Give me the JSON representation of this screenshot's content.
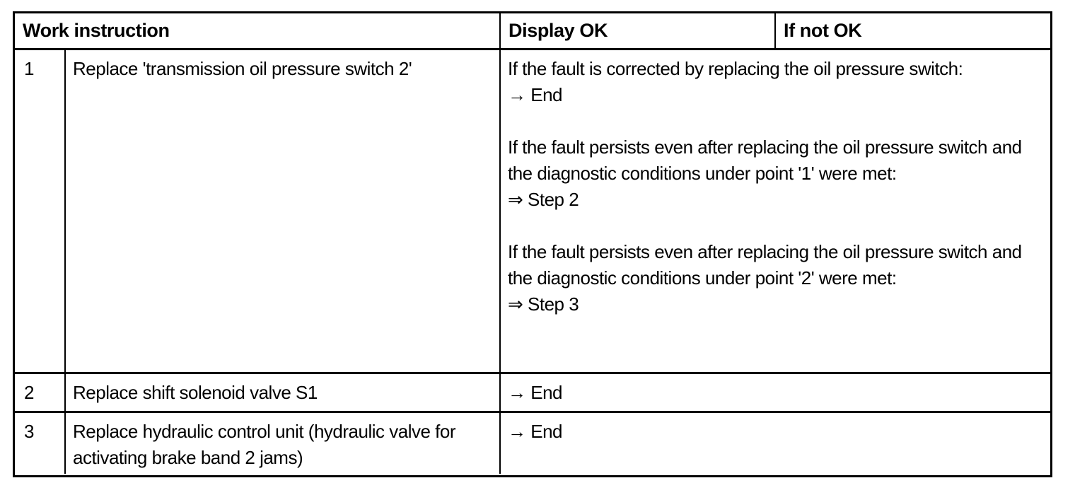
{
  "header": {
    "work_instruction": "Work instruction",
    "display_ok": "Display OK",
    "if_not_ok": "If not OK"
  },
  "rows": [
    {
      "num": "1",
      "instruction": "Replace 'transmission oil pressure switch 2'",
      "results": [
        {
          "condition": "If the fault is corrected by replacing the oil pressure switch:",
          "action": "→ End"
        },
        {
          "condition": "If the fault persists even after replacing the oil pressure switch and the diagnostic conditions under point '1' were met:",
          "action": "⇒ Step 2"
        },
        {
          "condition": "If the fault persists even after replacing the oil pressure switch and the diagnostic conditions under point '2' were met:",
          "action": "⇒ Step 3"
        }
      ]
    },
    {
      "num": "2",
      "instruction": "Replace shift solenoid valve S1",
      "results": [
        {
          "condition": "",
          "action": "→ End"
        }
      ]
    },
    {
      "num": "3",
      "instruction": "Replace hydraulic control unit (hydraulic valve for activating brake band 2 jams)",
      "results": [
        {
          "condition": "",
          "action": "→ End"
        }
      ]
    }
  ],
  "colors": {
    "ink": "#000000",
    "paper": "#ffffff"
  }
}
